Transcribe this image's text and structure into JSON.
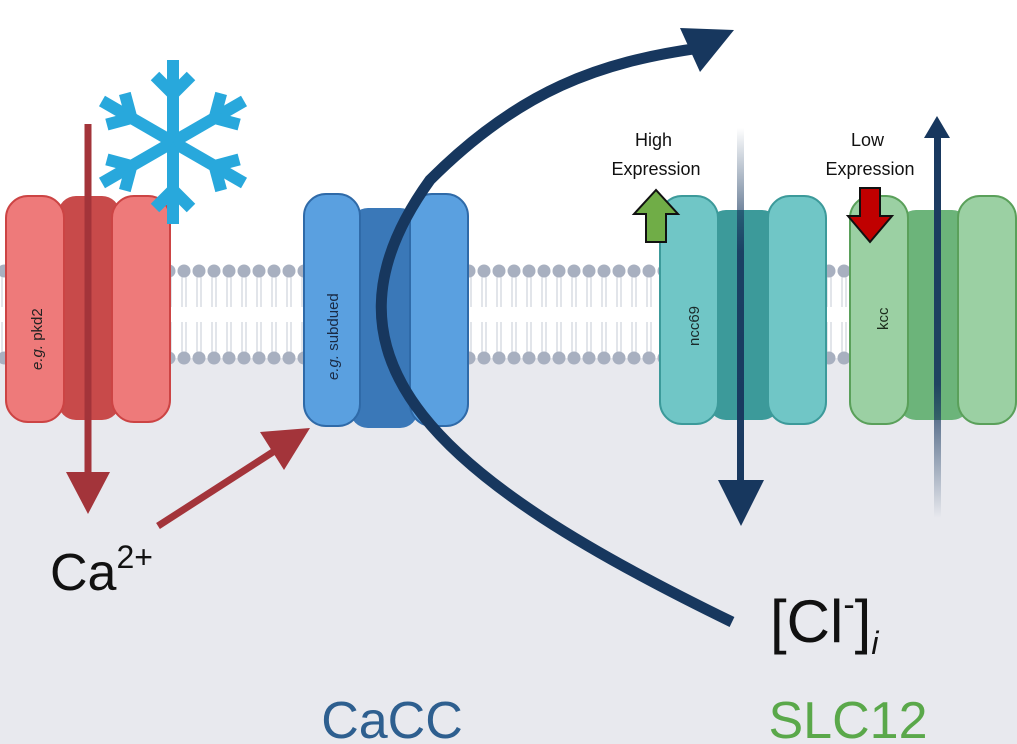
{
  "channels": {
    "pkd2": {
      "prefix": "e.g.",
      "name": " pkd2"
    },
    "subdued": {
      "prefix": "e.g.",
      "name": " subdued"
    },
    "ncc69": {
      "name": "ncc69"
    },
    "kcc": {
      "name": "kcc"
    }
  },
  "expression": {
    "high": {
      "line1": "High",
      "line2": "Expression"
    },
    "low": {
      "line1": "Low",
      "line2": "Expression"
    }
  },
  "ions": {
    "calcium": {
      "symbol": "Ca",
      "charge": "2+"
    },
    "chloride": {
      "open": "[Cl",
      "charge": "-",
      "close": "]",
      "subscript": "i"
    }
  },
  "groups": {
    "cacc": "CaCC",
    "slc12": "SLC12"
  },
  "colors": {
    "inner_background": "#e8e9ee",
    "lipid_head": "#a8b0c0",
    "pkd2_channel": "#ee7a7a",
    "pkd2_core": "#c84a4a",
    "calcium_arrow": "#a3343a",
    "snowflake": "#28a8dc",
    "subdued_channel": "#5aa0e0",
    "subdued_core": "#3a78b8",
    "chloride_arrow": "#17375e",
    "ncc69_channel": "#70c6c6",
    "ncc69_core": "#3c9a9a",
    "kcc_channel": "#9bd0a3",
    "kcc_core": "#6cb47a",
    "high_arrow": "#70ad47",
    "low_arrow": "#c00000",
    "cacc_label": "#2e5f8f",
    "slc12_label": "#5aa84a"
  }
}
